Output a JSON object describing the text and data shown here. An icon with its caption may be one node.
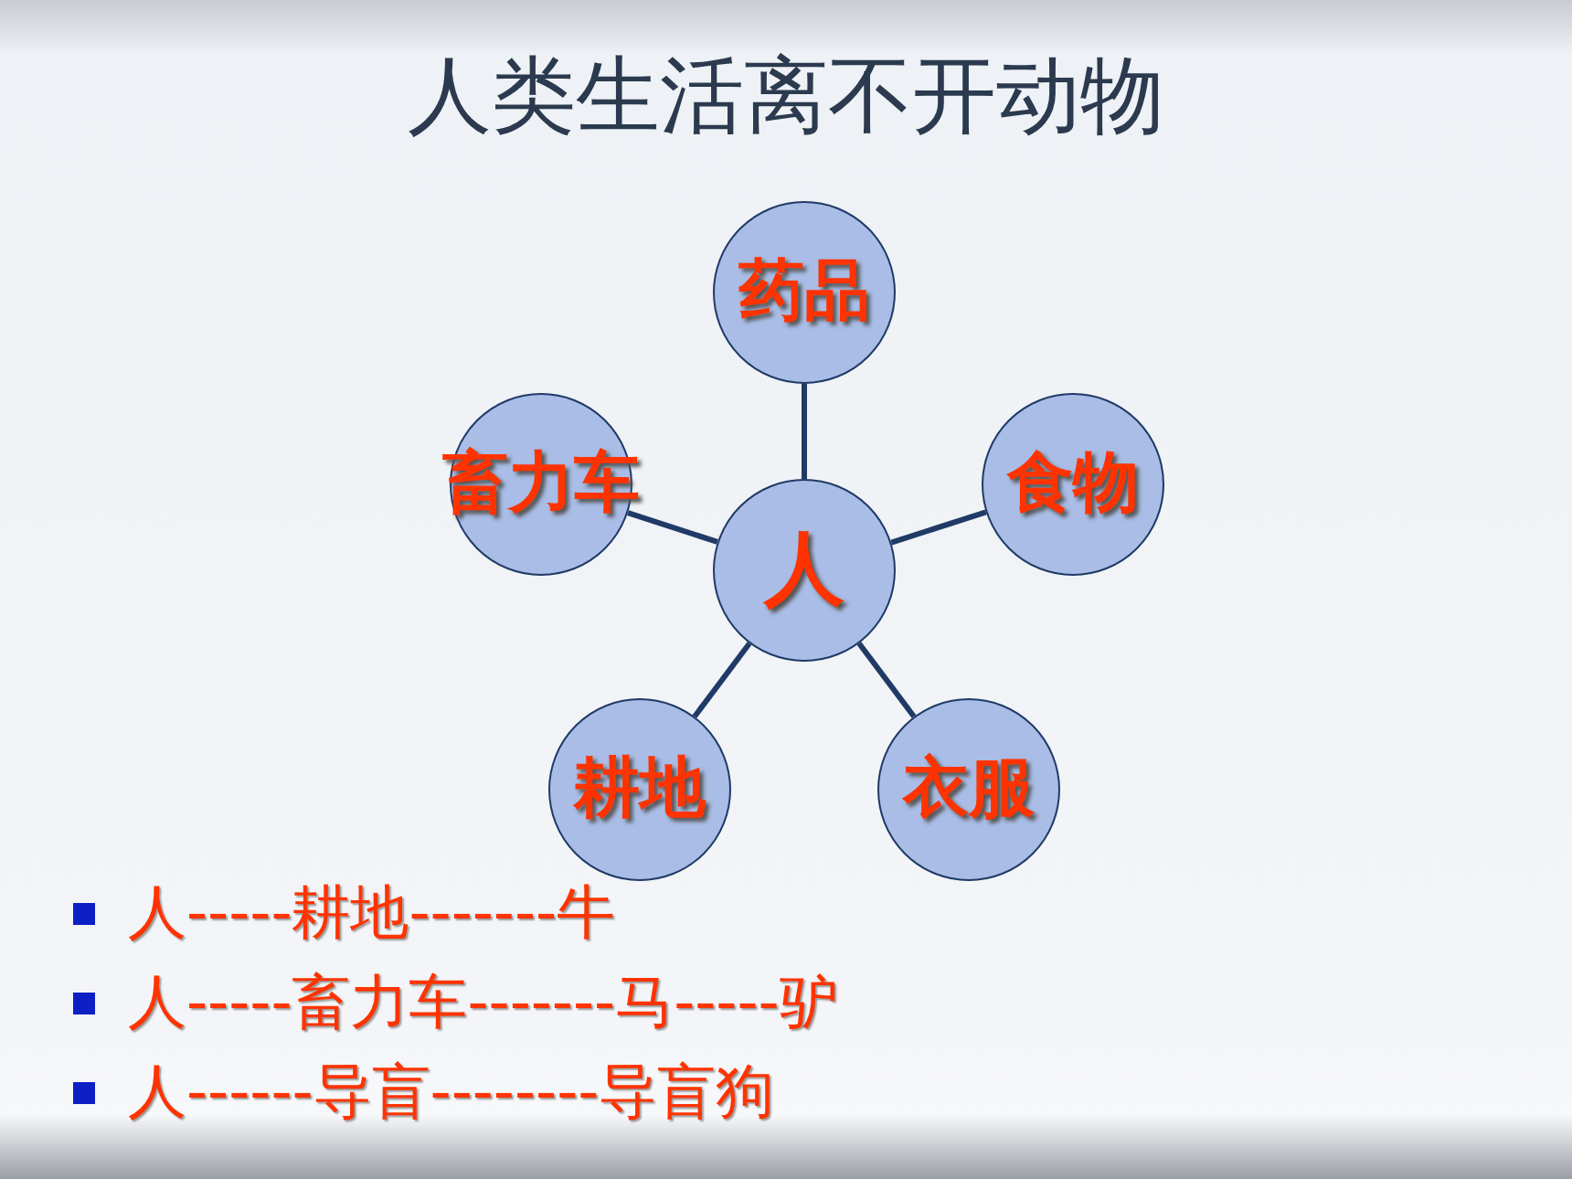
{
  "diagram": {
    "title": "人类生活离不开动物",
    "nodes": [
      {
        "text": [
          "药品"
        ]
      },
      {
        "text": [
          "畜力车"
        ]
      },
      {
        "text": [
          "人"
        ]
      },
      {
        "text": [
          "食物"
        ]
      },
      {
        "text": [
          "耕地"
        ]
      },
      {
        "text": [
          "衣服"
        ]
      }
    ],
    "edges": [
      {
        "from": 2,
        "to": 0,
        "arrow": "none"
      },
      {
        "from": 2,
        "to": 1,
        "arrow": "none"
      },
      {
        "from": 2,
        "to": 3,
        "arrow": "none"
      },
      {
        "from": 2,
        "to": 4,
        "arrow": "none"
      },
      {
        "from": 2,
        "to": 5,
        "arrow": "none"
      }
    ],
    "labels": [
      "人-----耕地-------牛",
      "人-----畜力车-------马-----驴",
      "人------导盲--------导盲狗"
    ]
  }
}
